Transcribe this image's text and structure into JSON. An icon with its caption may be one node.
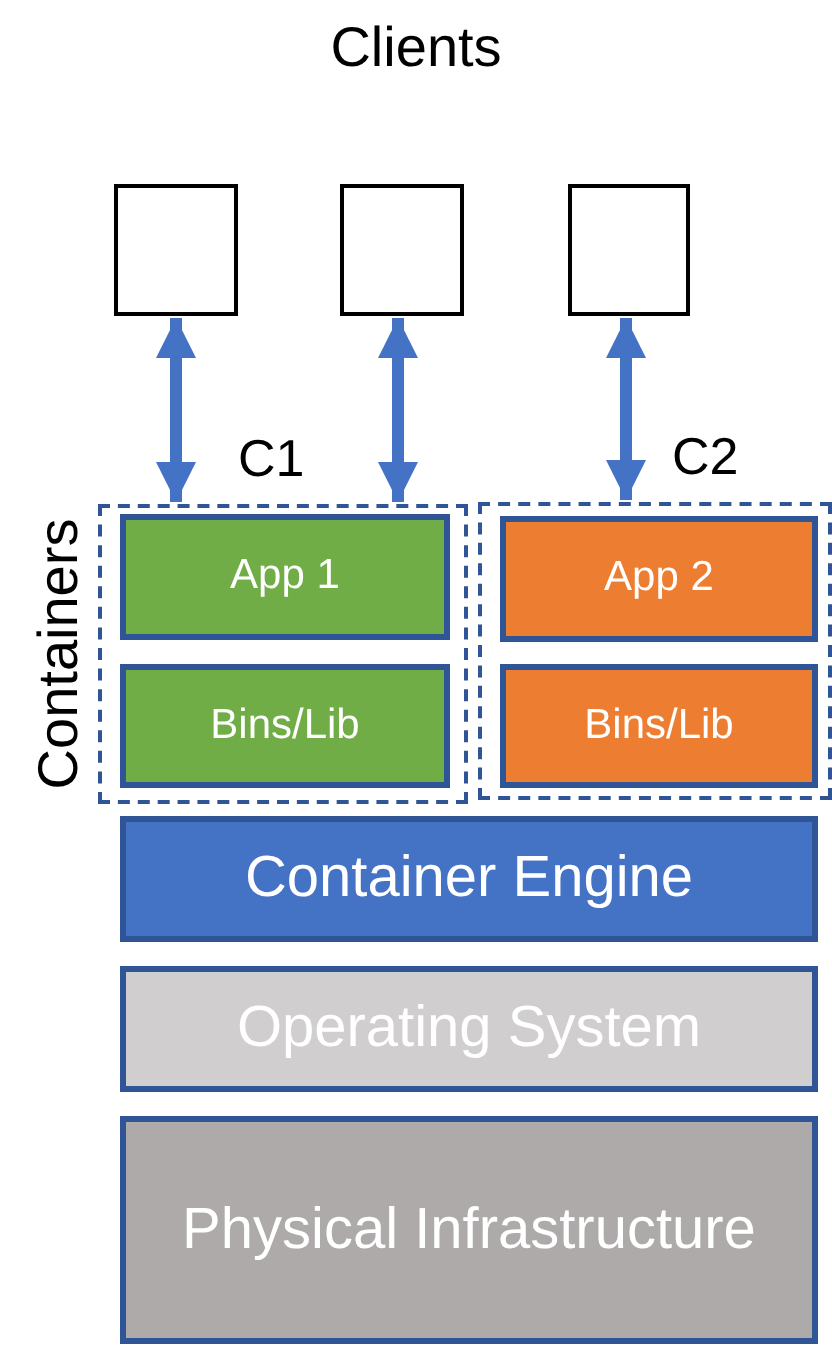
{
  "diagram": {
    "nodes": [
      {
        "text": [],
        "shape": "box"
      },
      {
        "text": [],
        "shape": "box"
      },
      {
        "text": [],
        "shape": "box"
      },
      {
        "text": [
          "C1"
        ]
      },
      {
        "text": [
          "App 1"
        ],
        "in": 3
      },
      {
        "text": [
          "Bins/Lib"
        ],
        "in": 3
      },
      {
        "text": [
          "C2"
        ]
      },
      {
        "text": [
          "App 2"
        ],
        "in": 6
      },
      {
        "text": [
          "Bins/Lib"
        ],
        "in": 6
      },
      {
        "text": [
          "Container Engine"
        ]
      },
      {
        "text": [
          "Operating System"
        ]
      },
      {
        "text": [
          "Physical Infrastructure"
        ]
      }
    ],
    "edges": [
      {
        "from": 0,
        "to": 3,
        "arrow": "both"
      },
      {
        "from": 1,
        "to": 3,
        "arrow": "both"
      },
      {
        "from": 2,
        "to": 6,
        "arrow": "both"
      }
    ],
    "labels": [
      "Clients",
      "Containers"
    ]
  }
}
